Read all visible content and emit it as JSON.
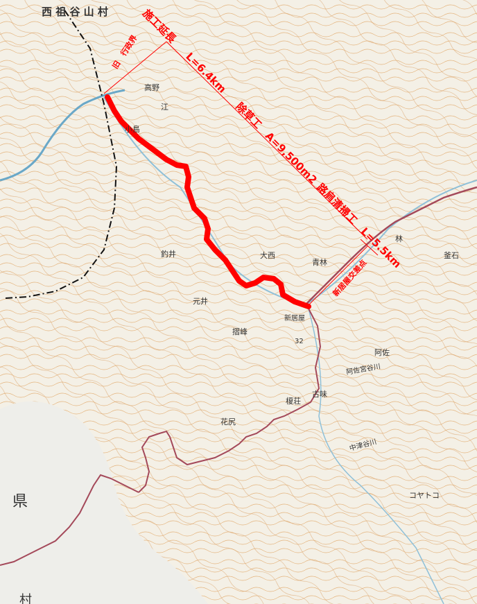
{
  "colors": {
    "paper": "#f4f0e6",
    "contour": "#d9a066",
    "contour_index": "#c98a4d",
    "river": "#6aa8c8",
    "road": "#a4495a",
    "boundary": "#111111",
    "route": "#ff0000",
    "annotation": "#ff0000",
    "lowland": "#eeeeea"
  },
  "map_labels": {
    "village": "西 祖 谷 山 村",
    "prefecture": "県",
    "bottom_char": "村",
    "place_1": "高野",
    "place_2": "江",
    "place_3": "小島",
    "place_4": "釣井",
    "place_5": "大西",
    "place_6": "青林",
    "place_7": "新居屋",
    "place_8": "古味",
    "place_9": "阿佐",
    "place_10": "元井",
    "place_11": "摺峰",
    "place_12": "榎荘",
    "place_13": "花尻",
    "place_14": "コヤトコ",
    "place_15": "林",
    "place_16": "釜石",
    "river_1": "阿佐宮谷川",
    "river_2": "中津谷川",
    "route_number": "32"
  },
  "annotations": {
    "old_boundary_1": "旧",
    "old_boundary_2": "行政界",
    "length_label": "施工延長",
    "length_value": "L=6.4km",
    "weeding_label": "除草工",
    "weeding_value": "A=9,500m2",
    "shoulder_label": "路肩清掃工",
    "shoulder_value": "L=5.5km",
    "junction_label": "新居屋交差点"
  }
}
